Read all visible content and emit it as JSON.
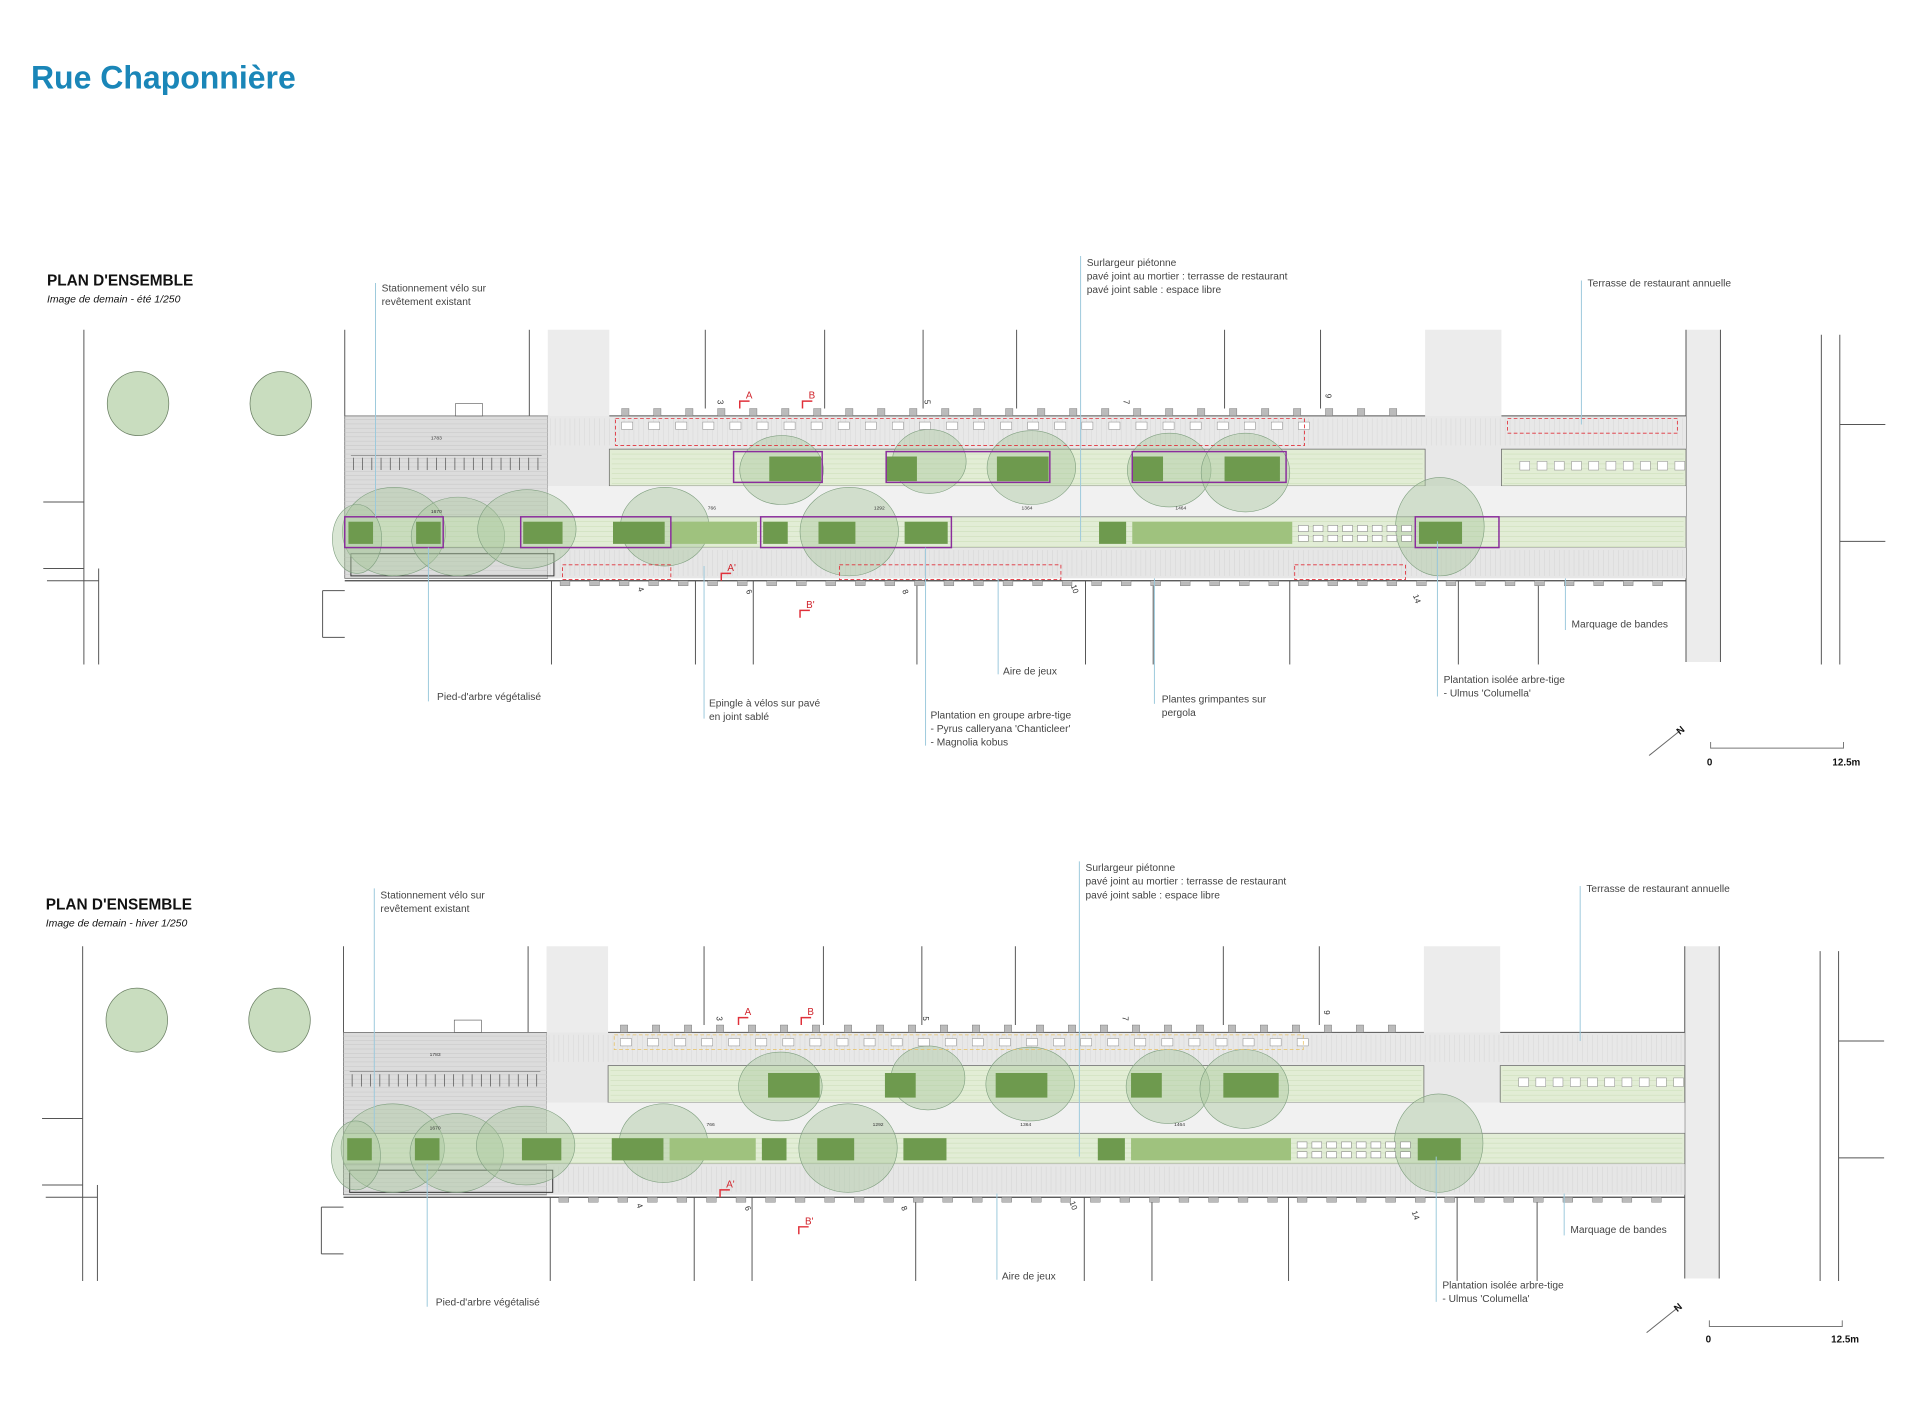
{
  "page_title": "Rue Chaponnière",
  "colors": {
    "title": "#1a86b8",
    "tree": "#c9ddbf",
    "planter": "#6e9a4e",
    "outline": "#8a2d9c",
    "terrace_dash": "#e0303a",
    "leader": "#9cc9dc"
  },
  "plans": [
    {
      "season": "summer",
      "heading": "PLAN D'ENSEMBLE",
      "subtitle": "Image de demain - été 1/250",
      "labels": {
        "bike_parking": [
          "Stationnement vélo sur",
          "revêtement existant"
        ],
        "sidewalk": [
          "Surlargeur piétonne",
          "pavé joint au mortier : terrasse de restaurant",
          "pavé joint sable : espace libre"
        ],
        "annual_terrace": "Terrasse de restaurant annuelle",
        "tree_base": "Pied-d'arbre végétalisé",
        "bike_racks": [
          "Epingle à vélos sur pavé",
          "en joint sablé"
        ],
        "group_planting": [
          "Plantation en groupe arbre-tige",
          "- Pyrus calleryana 'Chanticleer'",
          "- Magnolia kobus"
        ],
        "playground": "Aire de jeux",
        "climbing_plants": [
          "Plantes grimpantes sur",
          "pergola"
        ],
        "isolated_planting": [
          "Plantation isolée arbre-tige",
          "- Ulmus 'Columella'"
        ],
        "strip_marking": "Marquage de bandes"
      },
      "scale": {
        "zero": "0",
        "max": "12.5m",
        "north": "N"
      }
    },
    {
      "season": "winter",
      "heading": "PLAN D'ENSEMBLE",
      "subtitle": "Image de demain - hiver 1/250",
      "labels": {
        "bike_parking": [
          "Stationnement vélo sur",
          "revêtement existant"
        ],
        "sidewalk": [
          "Surlargeur piétonne",
          "pavé joint au mortier : terrasse de restaurant",
          "pavé joint sable : espace libre"
        ],
        "annual_terrace": "Terrasse de restaurant annuelle",
        "tree_base": "Pied-d'arbre végétalisé",
        "playground": "Aire de jeux",
        "isolated_planting": [
          "Plantation isolée arbre-tige",
          "- Ulmus 'Columella'"
        ],
        "strip_marking": "Marquage de bandes"
      },
      "scale": {
        "zero": "0",
        "max": "12.5m",
        "north": "N"
      }
    }
  ],
  "plan_markers": {
    "sections": [
      "A",
      "B",
      "A'",
      "B'"
    ],
    "north_numbers": [
      "3",
      "5",
      "7",
      "9"
    ],
    "south_numbers": [
      "4",
      "6",
      "8",
      "10",
      "14"
    ],
    "dimensions": [
      "1783",
      "1670",
      "766",
      "1292",
      "1364",
      "1464"
    ]
  }
}
